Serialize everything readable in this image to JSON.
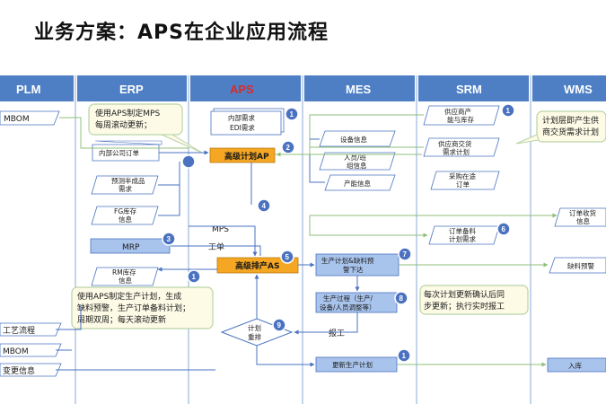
{
  "title": "业务方案：APS在企业应用流程",
  "lanes": [
    "PLM",
    "ERP",
    "APS",
    "MES",
    "SRM",
    "WMS"
  ],
  "plm": {
    "mbom_top": "MBOM",
    "process": "工艺流程",
    "mbom_bottom": "MBOM",
    "change": "变更信息"
  },
  "erp": {
    "callout_mps": "使用APS制定MPS每周滚动更新；",
    "internal_order": "内部公司订单",
    "semi_demand": "预测半成品需求",
    "fg_stock": "FG库存信息",
    "mrp": "MRP",
    "rm_stock": "RM库存信息",
    "callout_plan": "使用APS制定生产计划，生成缺料预警，生产订单备料计划；周期双周；每天滚动更新"
  },
  "aps": {
    "internal_demand": "内部需求",
    "edi_demand": "EDI需求",
    "high_plan": "高级计划AP",
    "mps": "MPS",
    "work_order": "工单",
    "high_schedule": "高级排产AS",
    "replan": "计划重排"
  },
  "mes": {
    "equipment": "设备信息",
    "personnel": "人员/班组信息",
    "capacity": "产能信息",
    "plan_alert": "生产计划&缺料预警下达",
    "process": "生产过程（生产/设备/人员调整等）",
    "report": "报工",
    "update_plan": "更新生产计划"
  },
  "srm": {
    "supplier_stock": "供应商产能与库存",
    "supplier_plan": "供应商交货需求计划",
    "po_transit": "采购在途订单",
    "order_prep": "订单备料计划需求",
    "callout_update": "每次计划更新确认后同步更新；执行实时报工"
  },
  "wms": {
    "callout": "计划层即产生供应商交货需求计划",
    "receipt": "订单收货信息",
    "shortage": "缺料预警",
    "inbound": "入库"
  },
  "steps": [
    "1",
    "1",
    "2",
    "3",
    "4",
    "5",
    "6",
    "7",
    "8",
    "9",
    "1",
    "1"
  ],
  "colors": {
    "lane_header": "#4e7fc4",
    "highlight": "#f5a623",
    "callout_bg": "#fdfbe6",
    "callout_border": "#b9d3a8",
    "marker": "#4a72c0",
    "aps_header_text": "#d92b2b"
  }
}
